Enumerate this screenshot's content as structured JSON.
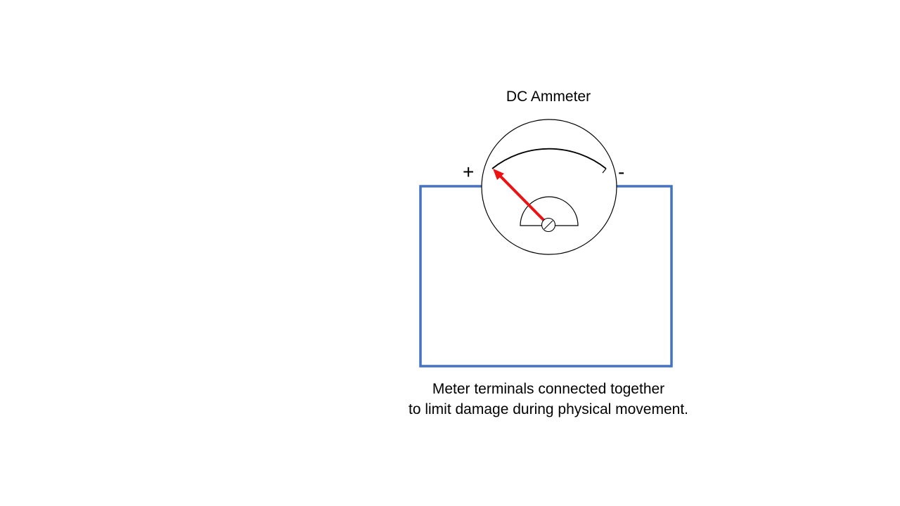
{
  "meter": {
    "title": "DC Ammeter",
    "plus_label": "+",
    "minus_label": "-"
  },
  "caption": {
    "line1": "Meter terminals connected together",
    "line2": "to limit damage during physical movement."
  },
  "colors": {
    "wire": "#4472c4",
    "needle": "#ee1111",
    "outline": "#000000"
  }
}
